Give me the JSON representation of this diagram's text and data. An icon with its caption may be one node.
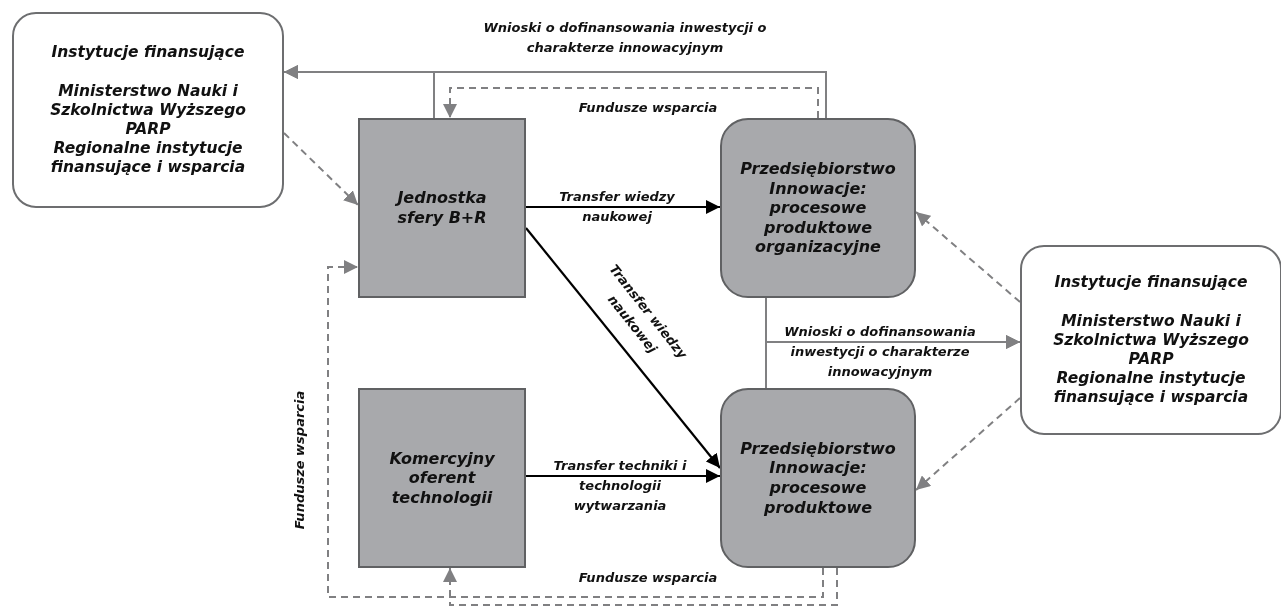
{
  "diagram": {
    "nodes": [
      {
        "text": [
          "Instytucje finansujące",
          "Ministerstwo Nauki i Szkolnictwa Wyższego",
          "PARP",
          "Regionalne instytucje finansujące i wsparcia"
        ]
      },
      {
        "text": [
          "Jednostka sfery B+R"
        ]
      },
      {
        "text": [
          "Przedsiębiorstwo",
          "Innowacje: procesowe produktowe organizacyjne"
        ]
      },
      {
        "text": [
          "Komercyjny oferent technologii"
        ]
      },
      {
        "text": [
          "Przedsiębiorstwo",
          "Innowacje: procesowe produktowe"
        ]
      },
      {
        "text": [
          "Instytucje finansujące",
          "Ministerstwo Nauki i Szkolnictwa Wyższego",
          "PARP",
          "Regionalne instytucje finansujące i wsparcia"
        ]
      }
    ],
    "edges": [
      {
        "from": 2,
        "to": 0,
        "arrow": "to",
        "label": "Wnioski o dofinansowania inwestycji o charakterze innowacyjnym"
      },
      {
        "from": 1,
        "to": 0,
        "arrow": "to"
      },
      {
        "from": 2,
        "to": 1,
        "arrow": "to",
        "style": "dashed",
        "label": "Fundusze wsparcia"
      },
      {
        "from": 0,
        "to": 1,
        "arrow": "to",
        "style": "dashed"
      },
      {
        "from": 1,
        "to": 2,
        "arrow": "to",
        "color": "#000000",
        "label": "Transfer wiedzy naukowej"
      },
      {
        "from": 1,
        "to": 4,
        "arrow": "to",
        "color": "#000000",
        "label": "Transfer wiedzy naukowej"
      },
      {
        "from": 3,
        "to": 4,
        "arrow": "to",
        "color": "#000000",
        "label": "Transfer techniki i technologii wytwarzania"
      },
      {
        "from": 2,
        "to": 5,
        "arrow": "to",
        "label": "Wnioski o dofinansowania inwestycji o charakterze innowacyjnym"
      },
      {
        "from": 4,
        "to": 5,
        "arrow": "to"
      },
      {
        "from": 5,
        "to": 2,
        "arrow": "to",
        "style": "dashed"
      },
      {
        "from": 5,
        "to": 4,
        "arrow": "to",
        "style": "dashed"
      },
      {
        "from": 4,
        "to": 1,
        "arrow": "to",
        "style": "dashed",
        "label": "Fundusze wsparcia"
      },
      {
        "from": 4,
        "to": 3,
        "arrow": "to",
        "style": "dashed",
        "label": "Fundusze wsparcia"
      }
    ]
  }
}
